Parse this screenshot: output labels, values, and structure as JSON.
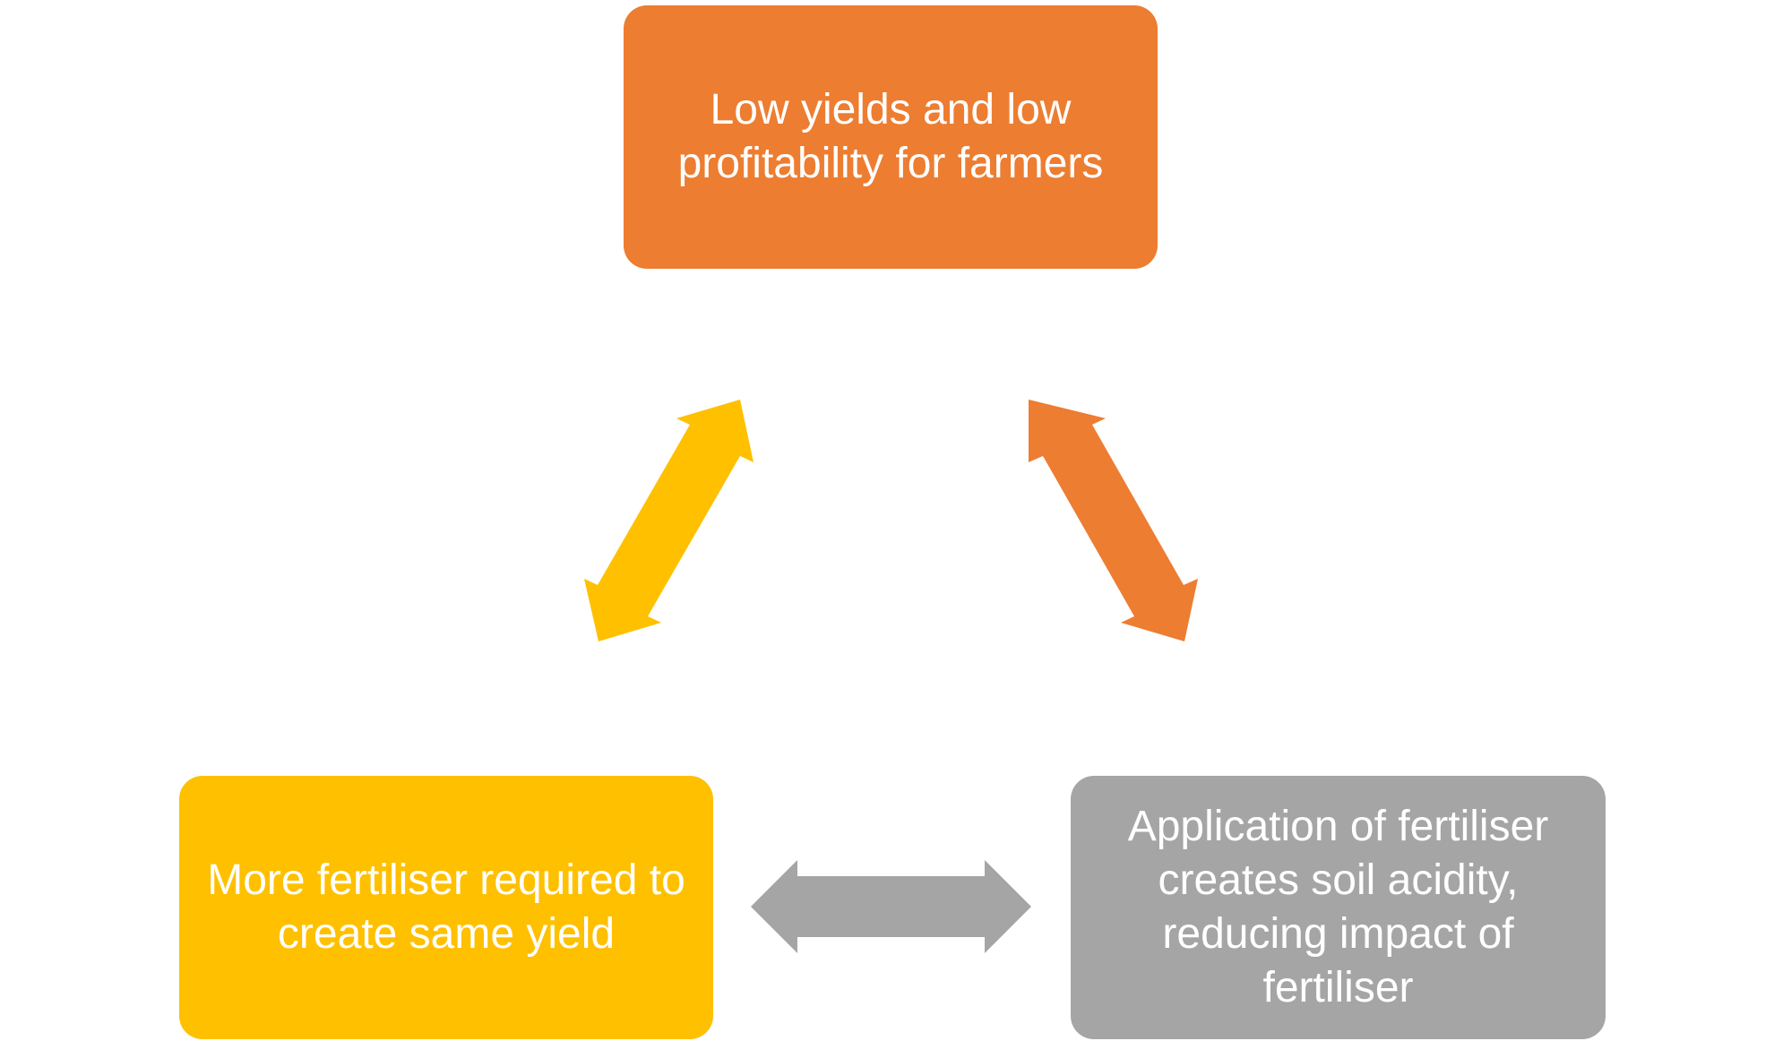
{
  "nodes": {
    "top": {
      "text": "Low yields and low profitability for farmers",
      "color": "#ED7D31"
    },
    "left": {
      "text": "More fertiliser required to create same yield",
      "color": "#FFC000"
    },
    "right": {
      "text": "Application of fertiliser creates soil acidity, reducing impact of fertiliser",
      "color": "#A5A5A5"
    }
  },
  "arrows": [
    {
      "from": "left",
      "to": "top",
      "direction": "bidirectional",
      "color": "#FFC000"
    },
    {
      "from": "top",
      "to": "right",
      "direction": "bidirectional",
      "color": "#ED7D31"
    },
    {
      "from": "left",
      "to": "right",
      "direction": "bidirectional",
      "color": "#A5A5A5"
    }
  ]
}
